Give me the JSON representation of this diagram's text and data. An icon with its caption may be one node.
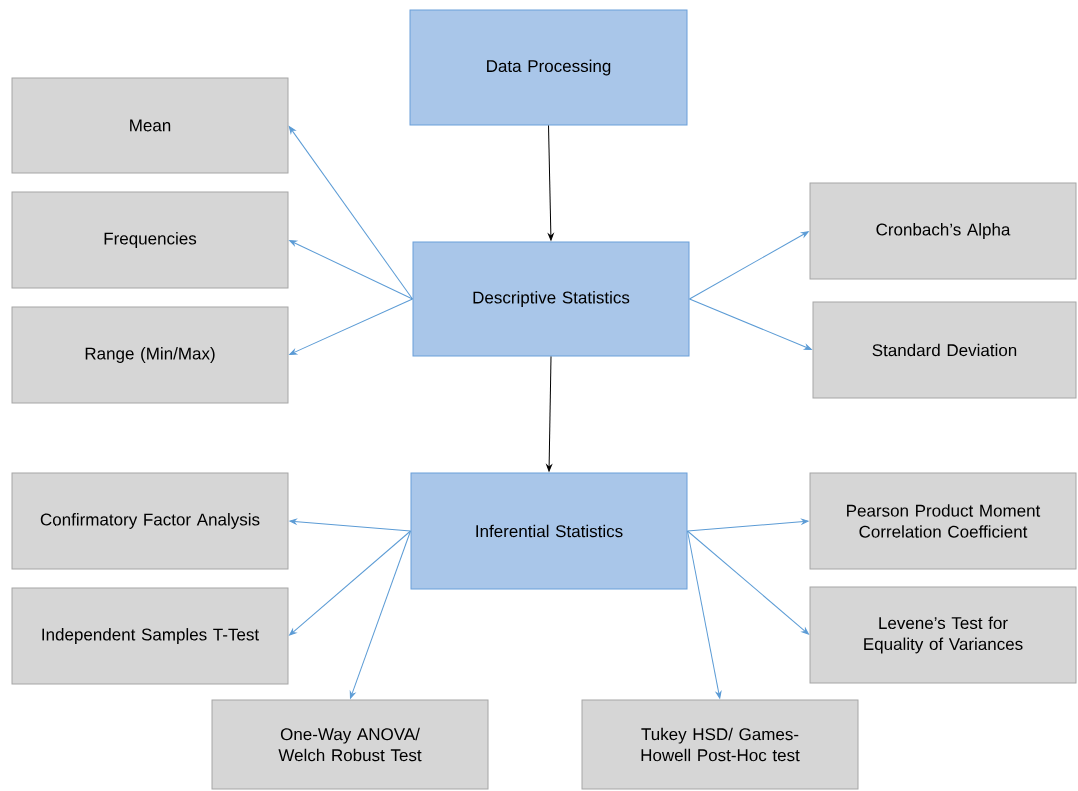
{
  "diagram": {
    "nodes": [
      {
        "text": [
          "Data Processing"
        ]
      },
      {
        "text": [
          "Descriptive Statistics"
        ]
      },
      {
        "text": [
          "Inferential Statistics"
        ]
      },
      {
        "text": [
          "Mean"
        ]
      },
      {
        "text": [
          "Frequencies"
        ]
      },
      {
        "text": [
          "Range (Min/Max)"
        ]
      },
      {
        "text": [
          "Cronbach’s Alpha"
        ]
      },
      {
        "text": [
          "Standard Deviation"
        ]
      },
      {
        "text": [
          "Confirmatory Factor Analysis"
        ]
      },
      {
        "text": [
          "Independent Samples T-Test"
        ]
      },
      {
        "text": [
          "One-Way ANOVA/ Welch Robust Test"
        ]
      },
      {
        "text": [
          "Tukey HSD/ Games-Howell Post-Hoc test"
        ]
      },
      {
        "text": [
          "Pearson Product Moment Correlation Coefficient"
        ]
      },
      {
        "text": [
          "Levene’s Test for Equality of Variances"
        ]
      }
    ],
    "edges": [
      {
        "from": 0,
        "to": 1,
        "arrow": "to",
        "color": "#000000"
      },
      {
        "from": 1,
        "to": 2,
        "arrow": "to",
        "color": "#000000"
      },
      {
        "from": 1,
        "to": 3,
        "arrow": "to"
      },
      {
        "from": 1,
        "to": 4,
        "arrow": "to"
      },
      {
        "from": 1,
        "to": 5,
        "arrow": "to"
      },
      {
        "from": 1,
        "to": 6,
        "arrow": "to"
      },
      {
        "from": 1,
        "to": 7,
        "arrow": "to"
      },
      {
        "from": 2,
        "to": 8,
        "arrow": "to"
      },
      {
        "from": 2,
        "to": 9,
        "arrow": "to"
      },
      {
        "from": 2,
        "to": 10,
        "arrow": "to"
      },
      {
        "from": 2,
        "to": 11,
        "arrow": "to"
      },
      {
        "from": 2,
        "to": 12,
        "arrow": "to"
      },
      {
        "from": 2,
        "to": 13,
        "arrow": "to"
      }
    ]
  }
}
